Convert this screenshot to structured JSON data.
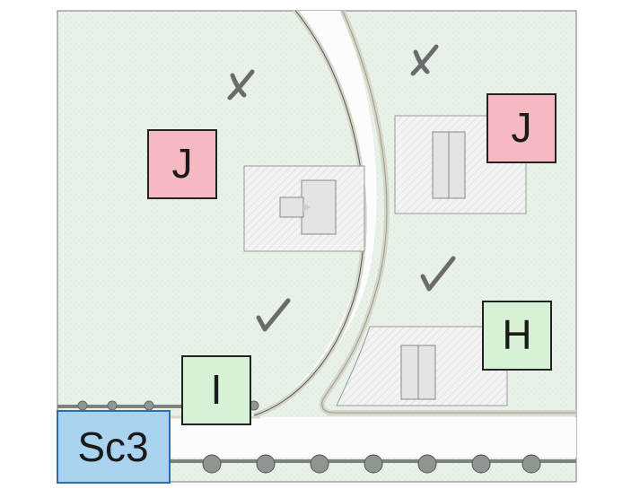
{
  "labels": {
    "plot_j_west": "J",
    "plot_j_east": "J",
    "plot_i": "I",
    "plot_h": "H",
    "scenario": "Sc3"
  },
  "marks": {
    "cross_west": "✗",
    "cross_east": "✗",
    "check_west": "✓",
    "check_east": "✓"
  },
  "colors": {
    "background": "#ffffff",
    "grass": "#e8f1e8",
    "road": "#fbfbfb",
    "road_edge": "#d8d8cc",
    "hatch": "#d2d2d2",
    "building": "#e6e6e6",
    "hedge": "#7a7f7a",
    "label_rejected": "#f6b8c0",
    "label_accepted": "#d6f1d6",
    "label_scenario": "#a9d3ef",
    "mark": "#6b6b6b"
  },
  "icons": [
    "cross-icon",
    "check-icon",
    "tree-icon",
    "hedge"
  ]
}
